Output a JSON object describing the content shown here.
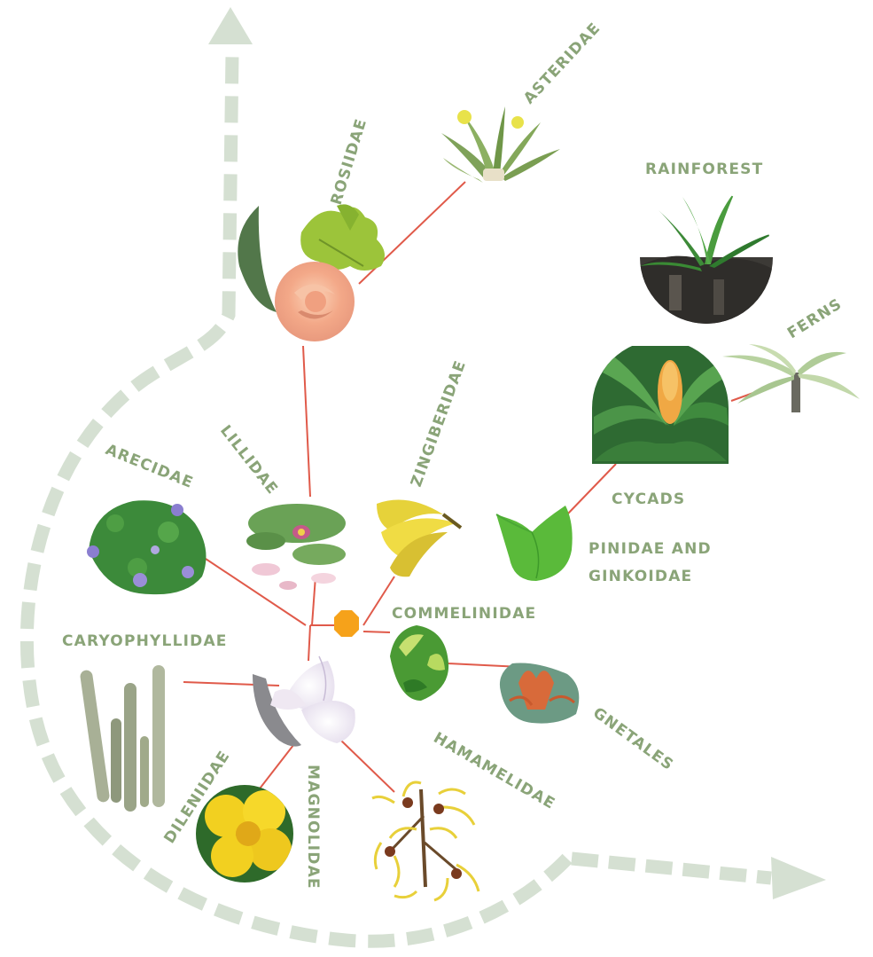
{
  "title": "",
  "colors": {
    "label": "#8aa478",
    "arrow": "#d5e0d2",
    "connector": "#e05a4a",
    "center_node": "#f6a21a"
  },
  "labels": {
    "asteridae": "ASTERIDAE",
    "rosiidae": "ROSIIDAE",
    "rainforest": "RAINFOREST",
    "ferns": "FERNS",
    "zingiberidae": "ZINGIBERIDAE",
    "lillidae": "LILLIDAE",
    "arecidae": "ARECIDAE",
    "cycads": "CYCADS",
    "pinidae_line1": "PINIDAE AND",
    "pinidae_line2": "GINKOIDAE",
    "commelinidae": "COMMELINIDAE",
    "caryophyllidae": "CARYOPHYLLIDAE",
    "gnetales": "GNETALES",
    "hamamelidae": "HAMAMELIDAE",
    "magnolidae": "MAGNOLIDAE",
    "dileniidae": "DILENIIDAE"
  },
  "icons": {
    "asteridae": "agave-plant-icon",
    "rosiidae": "rose-and-oak-leaves-icon",
    "rainforest": "rainforest-cycad-icon",
    "ferns": "tree-fern-icon",
    "cycads": "cycad-cone-icon",
    "pinidae": "ginkgo-leaf-icon",
    "zingiberidae": "banana-icon",
    "lillidae": "water-lily-icon",
    "arecidae": "hydrangea-shrub-icon",
    "commelinidae": "leafy-plant-icon",
    "gnetales": "welwitschia-icon",
    "caryophyllidae": "cactus-icon",
    "magnolidae": "magnolia-flower-icon",
    "dileniidae": "yellow-flower-icon",
    "hamamelidae": "witch-hazel-icon"
  }
}
